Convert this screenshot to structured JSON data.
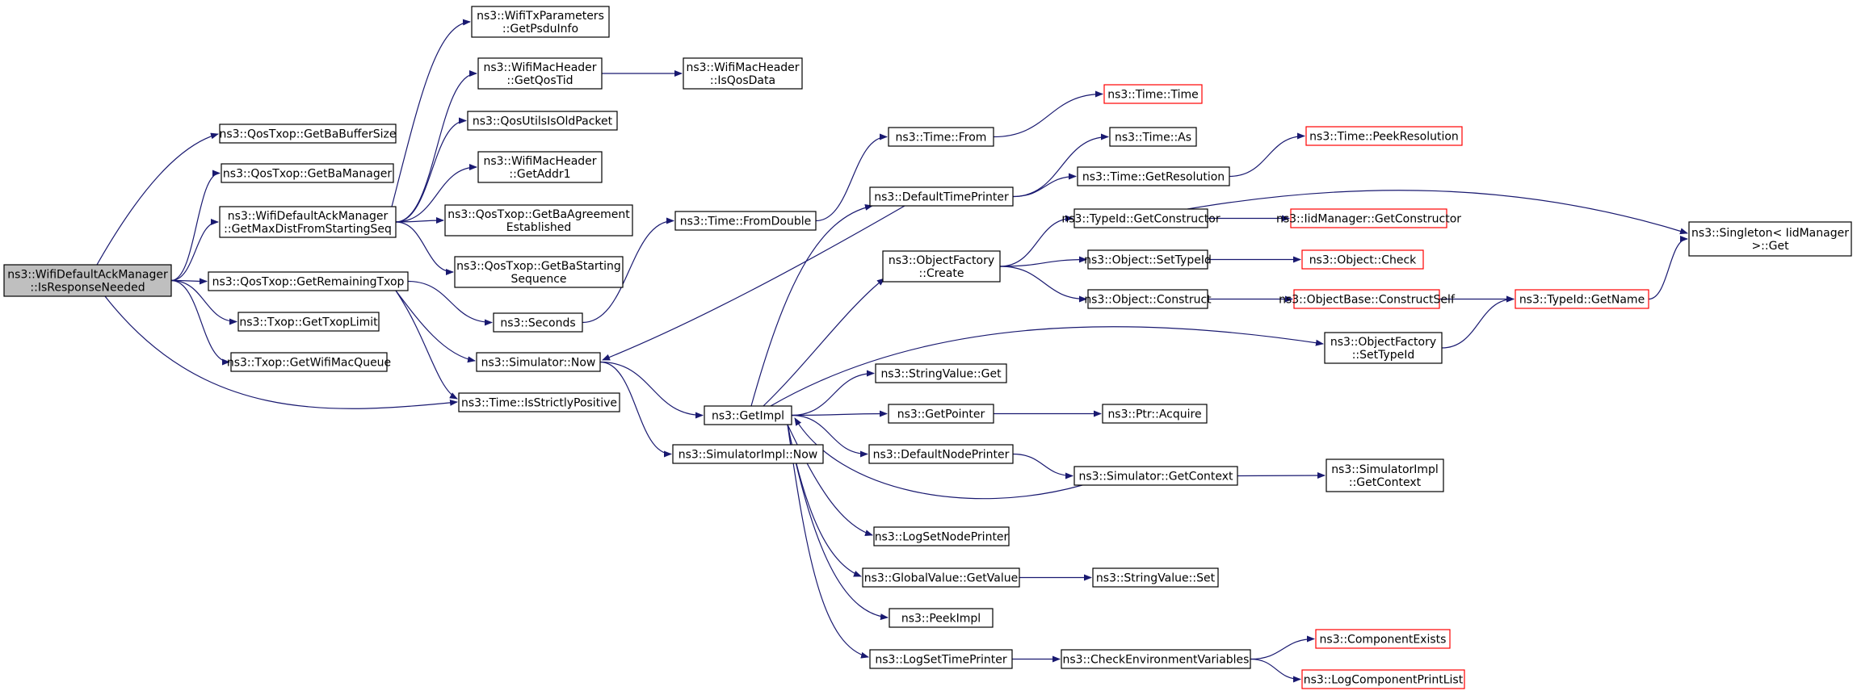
{
  "colors": {
    "edge": "#191970",
    "node_border": "#000000",
    "node_border_truncated": "#ff0000",
    "node_fill": "#ffffff",
    "root_fill": "#bfbfbf"
  },
  "nodes": {
    "n0": {
      "lines": [
        "ns3::WifiDefaultAckManager",
        "::IsResponseNeeded"
      ],
      "root": true
    },
    "n1": {
      "lines": [
        "ns3::QosTxop::GetBaBufferSize"
      ]
    },
    "n2": {
      "lines": [
        "ns3::QosTxop::GetBaManager"
      ]
    },
    "n3": {
      "lines": [
        "ns3::WifiDefaultAckManager",
        "::GetMaxDistFromStartingSeq"
      ]
    },
    "n4": {
      "lines": [
        "ns3::QosTxop::GetRemainingTxop"
      ]
    },
    "n5": {
      "lines": [
        "ns3::Txop::GetTxopLimit"
      ]
    },
    "n6": {
      "lines": [
        "ns3::Txop::GetWifiMacQueue"
      ]
    },
    "n7": {
      "lines": [
        "ns3::Time::IsStrictlyPositive"
      ]
    },
    "n8": {
      "lines": [
        "ns3::WifiTxParameters",
        "::GetPsduInfo"
      ]
    },
    "n9": {
      "lines": [
        "ns3::WifiMacHeader",
        "::GetQosTid"
      ]
    },
    "n10": {
      "lines": [
        "ns3::QosUtilsIsOldPacket"
      ]
    },
    "n11": {
      "lines": [
        "ns3::WifiMacHeader",
        "::GetAddr1"
      ]
    },
    "n12": {
      "lines": [
        "ns3::QosTxop::GetBaAgreement",
        "Established"
      ]
    },
    "n13": {
      "lines": [
        "ns3::QosTxop::GetBaStarting",
        "Sequence"
      ]
    },
    "n14": {
      "lines": [
        "ns3::Seconds"
      ]
    },
    "n15": {
      "lines": [
        "ns3::Simulator::Now"
      ]
    },
    "n16": {
      "lines": [
        "ns3::WifiMacHeader",
        "::IsQosData"
      ]
    },
    "n17": {
      "lines": [
        "ns3::Time::FromDouble"
      ]
    },
    "n18": {
      "lines": [
        "ns3::GetImpl"
      ]
    },
    "n19": {
      "lines": [
        "ns3::SimulatorImpl::Now"
      ]
    },
    "n20": {
      "lines": [
        "ns3::Time::From"
      ]
    },
    "n21": {
      "lines": [
        "ns3::Time::Time"
      ],
      "truncated": true
    },
    "n22": {
      "lines": [
        "ns3::DefaultTimePrinter"
      ]
    },
    "n23": {
      "lines": [
        "ns3::ObjectFactory",
        "::Create"
      ]
    },
    "n24": {
      "lines": [
        "ns3::StringValue::Get"
      ]
    },
    "n25": {
      "lines": [
        "ns3::GetPointer"
      ]
    },
    "n26": {
      "lines": [
        "ns3::DefaultNodePrinter"
      ]
    },
    "n27": {
      "lines": [
        "ns3::LogSetNodePrinter"
      ]
    },
    "n28": {
      "lines": [
        "ns3::GlobalValue::GetValue"
      ]
    },
    "n29": {
      "lines": [
        "ns3::PeekImpl"
      ]
    },
    "n30": {
      "lines": [
        "ns3::LogSetTimePrinter"
      ]
    },
    "n31": {
      "lines": [
        "ns3::Time::As"
      ]
    },
    "n32": {
      "lines": [
        "ns3::Time::GetResolution"
      ]
    },
    "n33": {
      "lines": [
        "ns3::TypeId::GetConstructor"
      ]
    },
    "n34": {
      "lines": [
        "ns3::Object::SetTypeId"
      ]
    },
    "n35": {
      "lines": [
        "ns3::Object::Construct"
      ]
    },
    "n36": {
      "lines": [
        "ns3::ObjectFactory",
        "::SetTypeId"
      ]
    },
    "n37": {
      "lines": [
        "ns3::Ptr::Acquire"
      ]
    },
    "n38": {
      "lines": [
        "ns3::Simulator::GetContext"
      ]
    },
    "n39": {
      "lines": [
        "ns3::StringValue::Set"
      ]
    },
    "n40": {
      "lines": [
        "ns3::CheckEnvironmentVariables"
      ]
    },
    "n41": {
      "lines": [
        "ns3::Time::PeekResolution"
      ],
      "truncated": true
    },
    "n42": {
      "lines": [
        "ns3::IidManager::GetConstructor"
      ],
      "truncated": true
    },
    "n43": {
      "lines": [
        "ns3::Object::Check"
      ],
      "truncated": true
    },
    "n44": {
      "lines": [
        "ns3::ObjectBase::ConstructSelf"
      ],
      "truncated": true
    },
    "n45": {
      "lines": [
        "ns3::TypeId::GetName"
      ],
      "truncated": true
    },
    "n46": {
      "lines": [
        "ns3::Singleton< IidManager",
        " >::Get"
      ]
    },
    "n47": {
      "lines": [
        "ns3::SimulatorImpl",
        "::GetContext"
      ]
    },
    "n48": {
      "lines": [
        "ns3::ComponentExists"
      ],
      "truncated": true
    },
    "n49": {
      "lines": [
        "ns3::LogComponentPrintList"
      ],
      "truncated": true
    }
  },
  "edges": [
    [
      "n0",
      "n1"
    ],
    [
      "n0",
      "n2"
    ],
    [
      "n0",
      "n3"
    ],
    [
      "n0",
      "n4"
    ],
    [
      "n0",
      "n5"
    ],
    [
      "n0",
      "n6"
    ],
    [
      "n0",
      "n7"
    ],
    [
      "n3",
      "n8"
    ],
    [
      "n3",
      "n9"
    ],
    [
      "n3",
      "n10"
    ],
    [
      "n3",
      "n11"
    ],
    [
      "n3",
      "n12"
    ],
    [
      "n3",
      "n13"
    ],
    [
      "n9",
      "n16"
    ],
    [
      "n4",
      "n14"
    ],
    [
      "n4",
      "n15"
    ],
    [
      "n4",
      "n7"
    ],
    [
      "n14",
      "n17"
    ],
    [
      "n17",
      "n20"
    ],
    [
      "n20",
      "n21"
    ],
    [
      "n15",
      "n18"
    ],
    [
      "n15",
      "n19"
    ],
    [
      "n18",
      "n22"
    ],
    [
      "n18",
      "n23"
    ],
    [
      "n18",
      "n24"
    ],
    [
      "n18",
      "n25"
    ],
    [
      "n18",
      "n26"
    ],
    [
      "n18",
      "n27"
    ],
    [
      "n18",
      "n28"
    ],
    [
      "n18",
      "n29"
    ],
    [
      "n18",
      "n30"
    ],
    [
      "n18",
      "n36"
    ],
    [
      "n22",
      "n15"
    ],
    [
      "n22",
      "n31"
    ],
    [
      "n22",
      "n32"
    ],
    [
      "n32",
      "n41"
    ],
    [
      "n23",
      "n33"
    ],
    [
      "n23",
      "n34"
    ],
    [
      "n23",
      "n35"
    ],
    [
      "n33",
      "n42"
    ],
    [
      "n33",
      "n46"
    ],
    [
      "n34",
      "n43"
    ],
    [
      "n35",
      "n44"
    ],
    [
      "n44",
      "n45"
    ],
    [
      "n36",
      "n45"
    ],
    [
      "n45",
      "n46"
    ],
    [
      "n25",
      "n37"
    ],
    [
      "n26",
      "n38"
    ],
    [
      "n38",
      "n18"
    ],
    [
      "n38",
      "n47"
    ],
    [
      "n28",
      "n39"
    ],
    [
      "n30",
      "n40"
    ],
    [
      "n40",
      "n48"
    ],
    [
      "n40",
      "n49"
    ]
  ]
}
